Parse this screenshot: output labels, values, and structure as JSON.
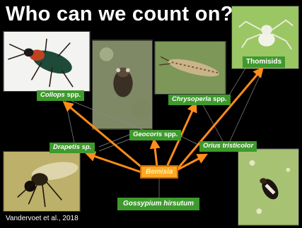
{
  "slide": {
    "title": "Who can we count on?",
    "citation": "Vandervoet et al., 2018"
  },
  "nodes": {
    "collops": {
      "italic": "Collops",
      "suffix": " spp."
    },
    "chrysoperla": {
      "italic": "Chrysoperla",
      "suffix": " spp."
    },
    "thomisids": {
      "text": "Thomisids"
    },
    "geocoris": {
      "italic": "Geocoris",
      "suffix": " spp."
    },
    "drapetis": {
      "italic": "Drapetis sp."
    },
    "orius": {
      "italic": "Orius tristicolor"
    },
    "bemisia": {
      "italic": "Bemisia"
    },
    "gossypium": {
      "italic": "Gossypium hirsutum"
    }
  },
  "colors": {
    "arrow": "#ff8c1a",
    "label_bg": "#3f9a2d",
    "bemisia_bg": "#ffa726",
    "web_line": "#8a8a8a"
  }
}
